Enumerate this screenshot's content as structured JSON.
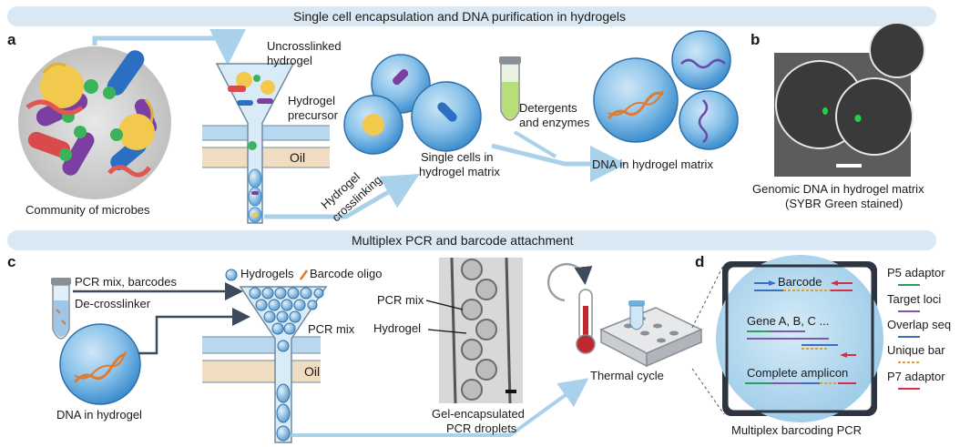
{
  "banners": {
    "top": "Single cell encapsulation and DNA purification in hydrogels",
    "middle": "Multiplex PCR and barcode attachment"
  },
  "panel_labels": {
    "a": "a",
    "b": "b",
    "c": "c",
    "d": "d"
  },
  "panel_a": {
    "community_label": "Community of microbes",
    "uncrosslinked_label_1": "Uncrosslinked",
    "uncrosslinked_label_2": "hydrogel",
    "precursor_label_1": "Hydrogel",
    "precursor_label_2": "precursor",
    "oil_label": "Oil",
    "crosslinking_label_1": "Hydrogel",
    "crosslinking_label_2": "crosslinking",
    "single_cells_label_1": "Single cells in",
    "single_cells_label_2": "hydrogel matrix",
    "detergents_label_1": "Detergents",
    "detergents_label_2": "and enzymes",
    "dna_matrix_label": "DNA in hydrogel matrix"
  },
  "panel_b": {
    "caption_1": "Genomic DNA in hydrogel matrix",
    "caption_2": "(SYBR Green stained)"
  },
  "panel_c": {
    "pcr_mix_barcodes": "PCR mix, barcodes",
    "decrosslinker": "De-crosslinker",
    "legend_hydrogels": "Hydrogels",
    "legend_barcode_oligo": "Barcode oligo",
    "pcr_mix_channel": "PCR mix",
    "oil_label": "Oil",
    "dna_in_hydrogel": "DNA in hydrogel",
    "micro_pcr_mix": "PCR mix",
    "micro_hydrogel": "Hydrogel",
    "droplets_caption_1": "Gel-encapsulated",
    "droplets_caption_2": "PCR droplets",
    "thermal_cycle": "Thermal cycle"
  },
  "panel_d": {
    "barcode": "Barcode",
    "genes": "Gene A, B, C ...",
    "complete_amplicon": "Complete amplicon",
    "caption": "Multiplex barcoding PCR",
    "legend": [
      {
        "label": "P5 adaptor",
        "color": "#2e9d58"
      },
      {
        "label": "Target loci",
        "color": "#7b5aa6"
      },
      {
        "label": "Overlap seq",
        "color": "#3a6fc4"
      },
      {
        "label": "Unique bar",
        "color": "#e0a030"
      },
      {
        "label": "P7 adaptor",
        "color": "#d62f4a"
      }
    ]
  },
  "colors": {
    "banner_bg": "#d9e8f2",
    "hydrogel_blue": "#5ea6dc",
    "channel_blue": "#b7d8ef",
    "oil_tan": "#f0dcc0",
    "arrow_blue": "#a9d1ea",
    "arrow_dark": "#3d4a5c"
  }
}
